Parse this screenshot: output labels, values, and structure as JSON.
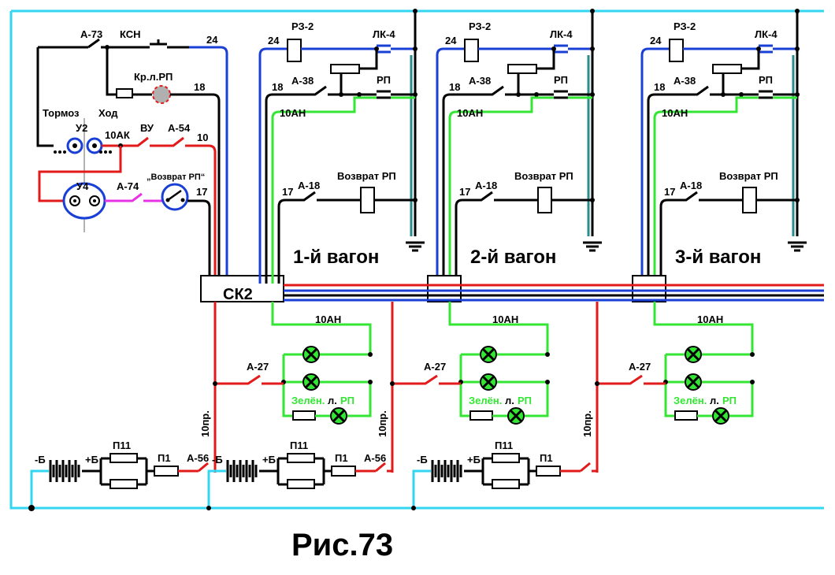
{
  "title": "Рис.73",
  "colors": {
    "black": "#000000",
    "blue": "#1a3fd6",
    "green": "#33e633",
    "red": "#e31a1a",
    "cyan": "#33d6f0",
    "teal": "#2a8c8c",
    "magenta": "#e633e6"
  },
  "left": {
    "a73": "А-73",
    "ksn": "КСН",
    "wire24": "24",
    "kr_rp": "Кр.л.РП",
    "wire18": "18",
    "tormoz": "Тормоз",
    "hod": "Ход",
    "u2": "У2",
    "wire10ak": "10АК",
    "vu": "ВУ",
    "a54": "А-54",
    "wire10": "10",
    "u4": "У4",
    "a74": "А-74",
    "vozvrat_btn": "„Возврат РП“",
    "wire17": "17",
    "sk2": "СК2"
  },
  "wagons": [
    {
      "name": "1-й вагон",
      "rz": "РЗ-2",
      "lk": "ЛК-4",
      "a38": "А-38",
      "rp": "РП",
      "w24": "24",
      "w18": "18",
      "w10an": "10АН",
      "w17": "17",
      "a18": "А-18",
      "vozvrat": "Возврат РП",
      "low_10an": "10АН",
      "a27": "А-27",
      "green_lamp_a": "Зелён.",
      "green_lamp_b": "л.",
      "green_lamp_c": "РП",
      "pr10": "10пр.",
      "minus_b": "-Б",
      "plus_b": "+Б",
      "p11": "П11",
      "p1": "П1",
      "a56": "А-56"
    },
    {
      "name": "2-й вагон",
      "rz": "РЗ-2",
      "lk": "ЛК-4",
      "a38": "А-38",
      "rp": "РП",
      "w24": "24",
      "w18": "18",
      "w10an": "10АН",
      "w17": "17",
      "a18": "А-18",
      "vozvrat": "Возврат РП",
      "low_10an": "10АН",
      "a27": "А-27",
      "green_lamp_a": "Зелён.",
      "green_lamp_b": "л.",
      "green_lamp_c": "РП",
      "pr10": "10пр.",
      "minus_b": "-Б",
      "plus_b": "+Б",
      "p11": "П11",
      "p1": "П1",
      "a56": "А-56"
    },
    {
      "name": "3-й вагон",
      "rz": "РЗ-2",
      "lk": "ЛК-4",
      "a38": "А-38",
      "rp": "РП",
      "w24": "24",
      "w18": "18",
      "w10an": "10АН",
      "w17": "17",
      "a18": "А-18",
      "vozvrat": "Возврат РП",
      "low_10an": "10АН",
      "a27": "А-27",
      "green_lamp_a": "Зелён.",
      "green_lamp_b": "л.",
      "green_lamp_c": "РП",
      "pr10": "10пр.",
      "minus_b": "-Б",
      "plus_b": "+Б",
      "p11": "П11",
      "p1": "П1",
      "a56": ""
    }
  ]
}
